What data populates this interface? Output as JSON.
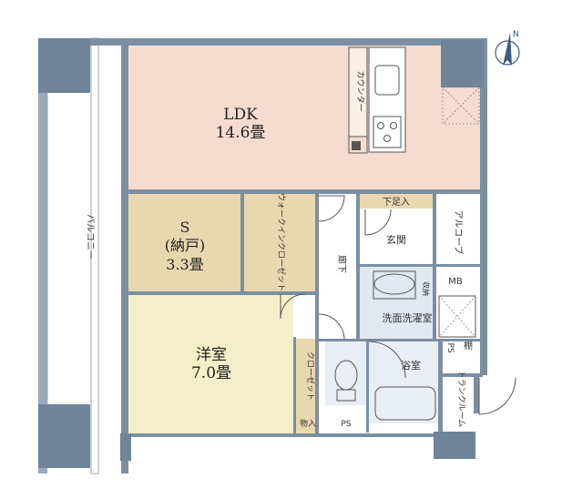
{
  "rooms": {
    "ldk": {
      "name": "LDK",
      "size": "14.6畳",
      "color": "#f6dccf"
    },
    "service": {
      "name": "S",
      "sub": "(納戸)",
      "size": "3.3畳",
      "color": "#e9d7ad"
    },
    "wic": {
      "label": "ウォークインクローゼット",
      "color": "#e9d7ad"
    },
    "western": {
      "name": "洋室",
      "size": "7.0畳",
      "color": "#f4efc9"
    },
    "closet": {
      "label": "クローゼット",
      "color": "#e9d7ad"
    },
    "storage": {
      "label": "物入",
      "color": "#e9d7ad"
    },
    "corridor": {
      "label": "廊下"
    },
    "entrance": {
      "label": "玄関"
    },
    "shoebox": {
      "label": "下足入",
      "color": "#e9d7ad"
    },
    "alcove": {
      "label": "アルコーブ"
    },
    "mb": {
      "label": "MB"
    },
    "washroom": {
      "label": "洗面洗濯室",
      "color": "#e2e8f0"
    },
    "shuno": {
      "label": "収納"
    },
    "bath": {
      "label": "浴室",
      "color": "#e9eef4"
    },
    "ps_top": {
      "label": "PS"
    },
    "tana": {
      "label": "棚"
    },
    "trunk": {
      "label": "トランクルーム"
    },
    "toilet_ps": {
      "label": "PS"
    },
    "counter": {
      "label": "カウンター"
    },
    "balcony": {
      "label": "バルコニー"
    }
  },
  "compass": {
    "label": "N"
  },
  "colors": {
    "wall": "#7b8fa3",
    "pillar": "#6f8498",
    "line": "#555555"
  }
}
